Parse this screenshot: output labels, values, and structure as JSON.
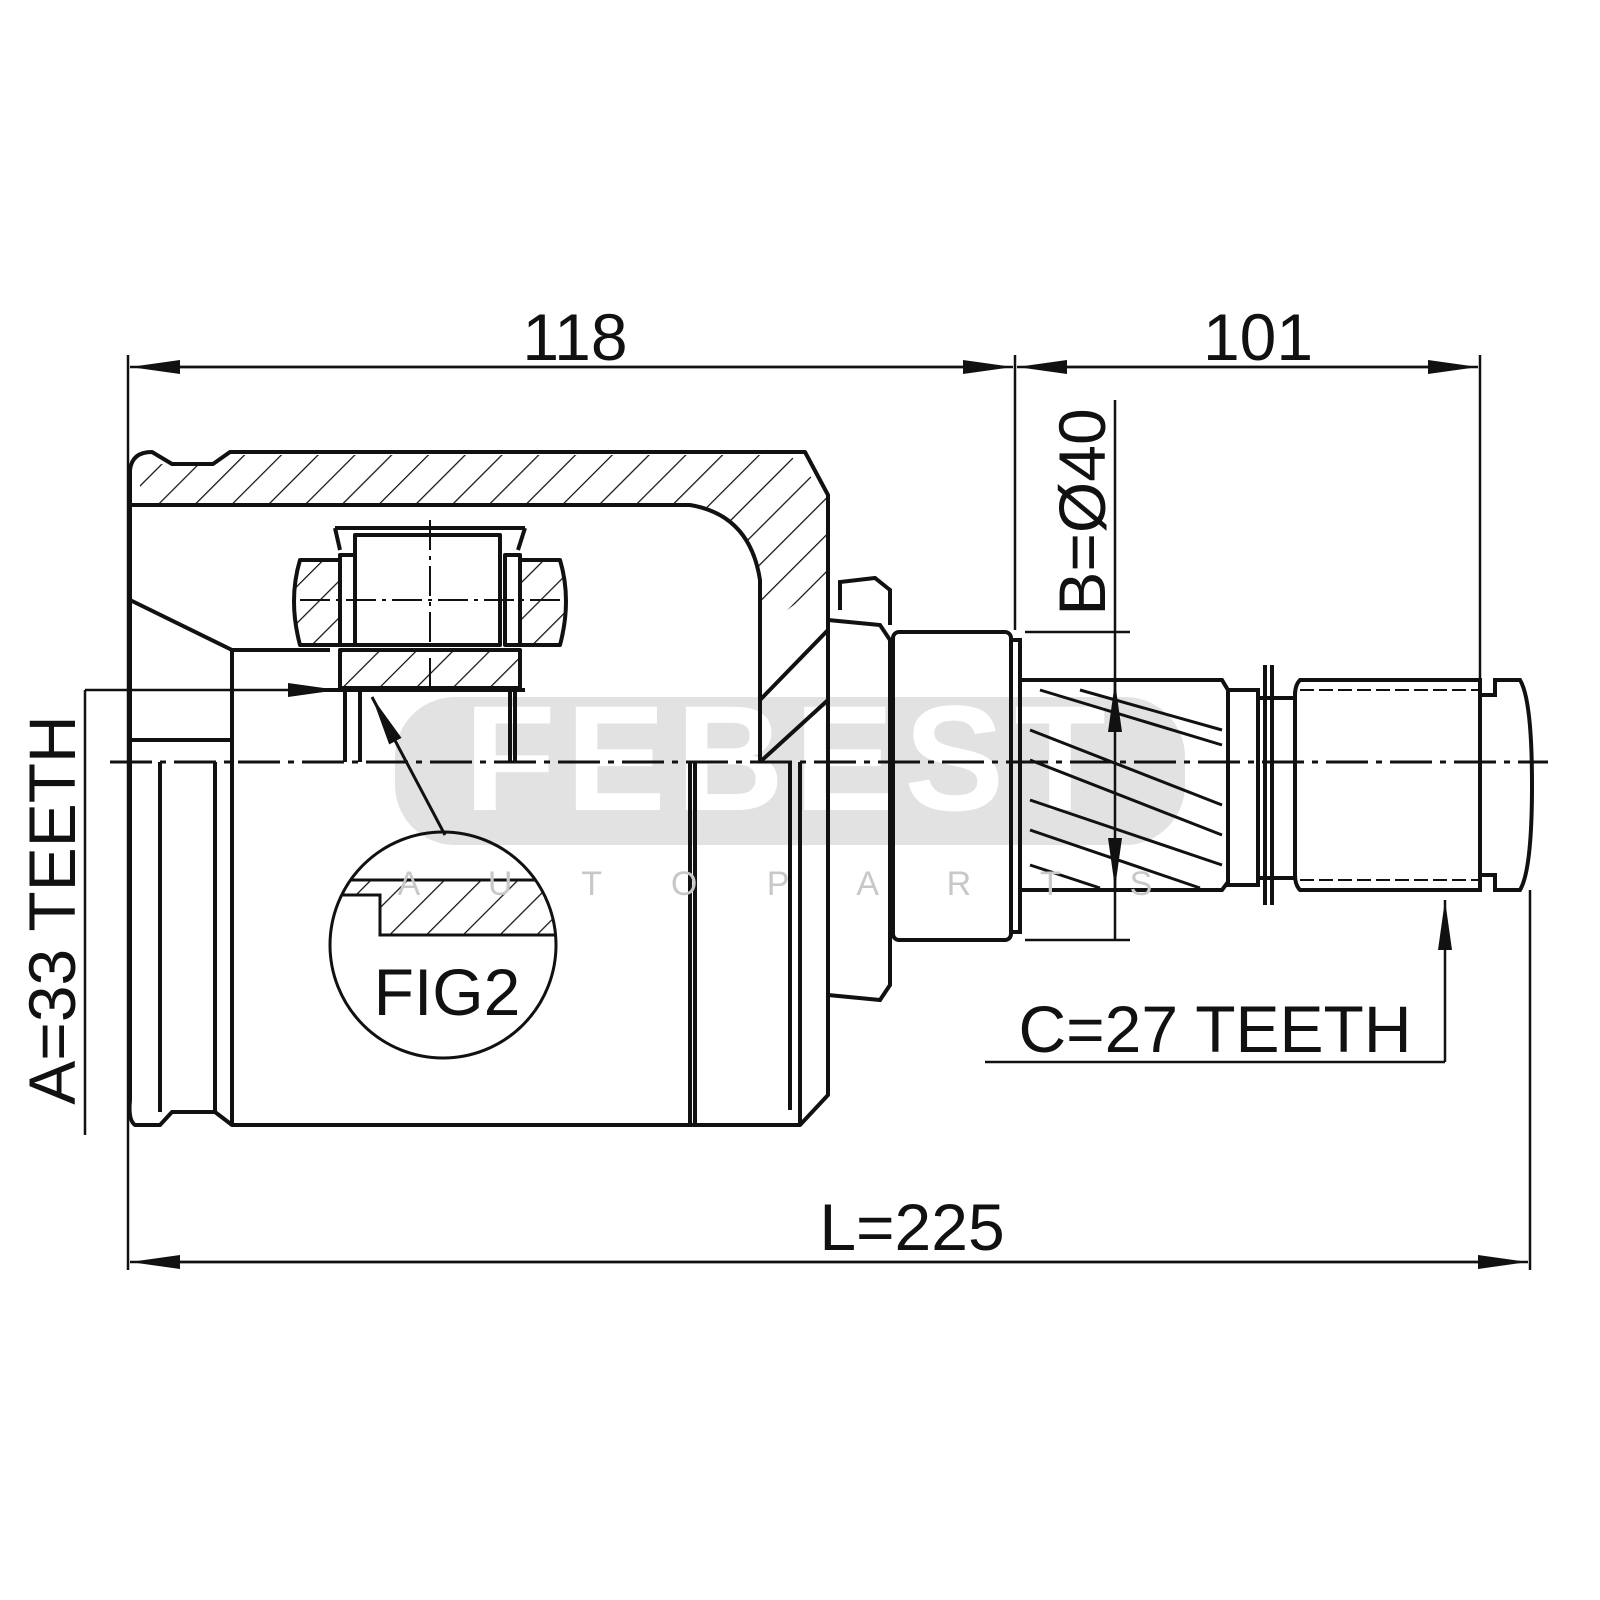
{
  "drawing": {
    "dim_housing": "118",
    "dim_shaft": "101",
    "dim_diameter": "B=Ø40",
    "dim_inner_teeth": "A=33 TEETH",
    "dim_outer_teeth": "C=27 TEETH",
    "dim_length": "L=225",
    "detail_label": "FIG2"
  },
  "watermark": {
    "brand": "FEBEST",
    "tagline": "A U T O   P A R T S"
  },
  "colors": {
    "line": "#111111",
    "watermark": "#d9d9d9"
  }
}
